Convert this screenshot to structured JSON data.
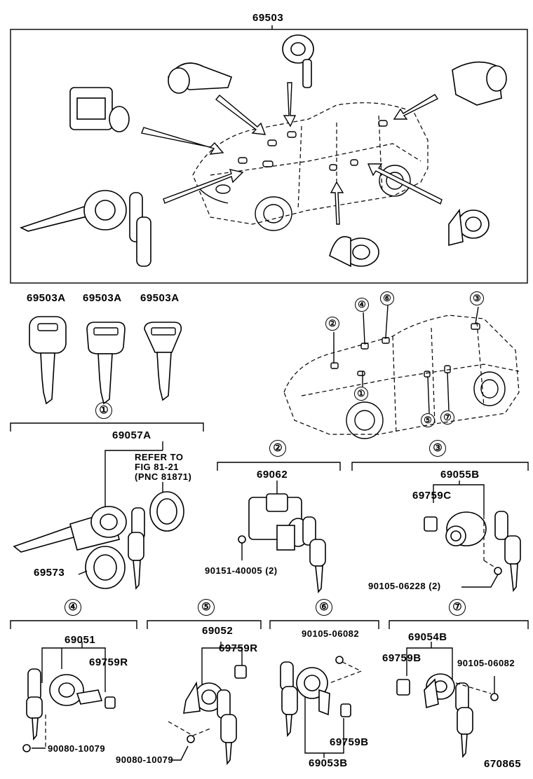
{
  "top_part": "69503",
  "keys": [
    "69503A",
    "69503A",
    "69503A"
  ],
  "markers": [
    "①",
    "②",
    "③",
    "④",
    "⑤",
    "⑥",
    "⑦"
  ],
  "car_markers": [
    "②",
    "④",
    "⑥",
    "③",
    "①",
    "⑤",
    "⑦"
  ],
  "group1": {
    "part": "69057A",
    "refer": [
      "REFER TO",
      "FIG 81-21",
      "(PNC 81871)"
    ],
    "ring": "69573"
  },
  "group2": {
    "part": "69062",
    "bolt": "90151-40005 (2)"
  },
  "group3": {
    "part": "69055B",
    "bracket": "69759C",
    "bolt": "90105-06228 (2)"
  },
  "group4": {
    "part": "69051",
    "bracket": "69759R",
    "bolt": "90080-10079"
  },
  "group5": {
    "part": "69052",
    "bracket": "69759R",
    "bolt": "90080-10079"
  },
  "group6": {
    "bolt": "90105-06082",
    "bracket": "69759B",
    "part": "69053B"
  },
  "group7": {
    "part": "69054B",
    "bracket": "69759B",
    "bolt": "90105-06082"
  },
  "figure_id": "670865"
}
